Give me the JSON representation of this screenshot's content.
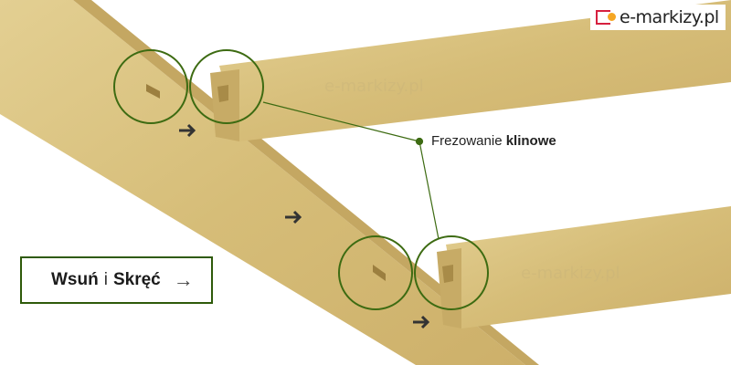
{
  "brand": {
    "name": "e-markizy.pl",
    "accent": "#d6203f",
    "dot": "#f5a623"
  },
  "callout": {
    "label_regular": "Frezowanie",
    "label_bold": "klinowe"
  },
  "action": {
    "word1": "Wsuń",
    "connector": "i",
    "word2": "Skręć",
    "arrow": "→"
  },
  "colors": {
    "wood": "#d9c27e",
    "wood_dark": "#b89a52",
    "circle": "#3d6b12"
  },
  "watermarks": [
    "e-markizy.pl",
    "e-markizy.pl"
  ]
}
